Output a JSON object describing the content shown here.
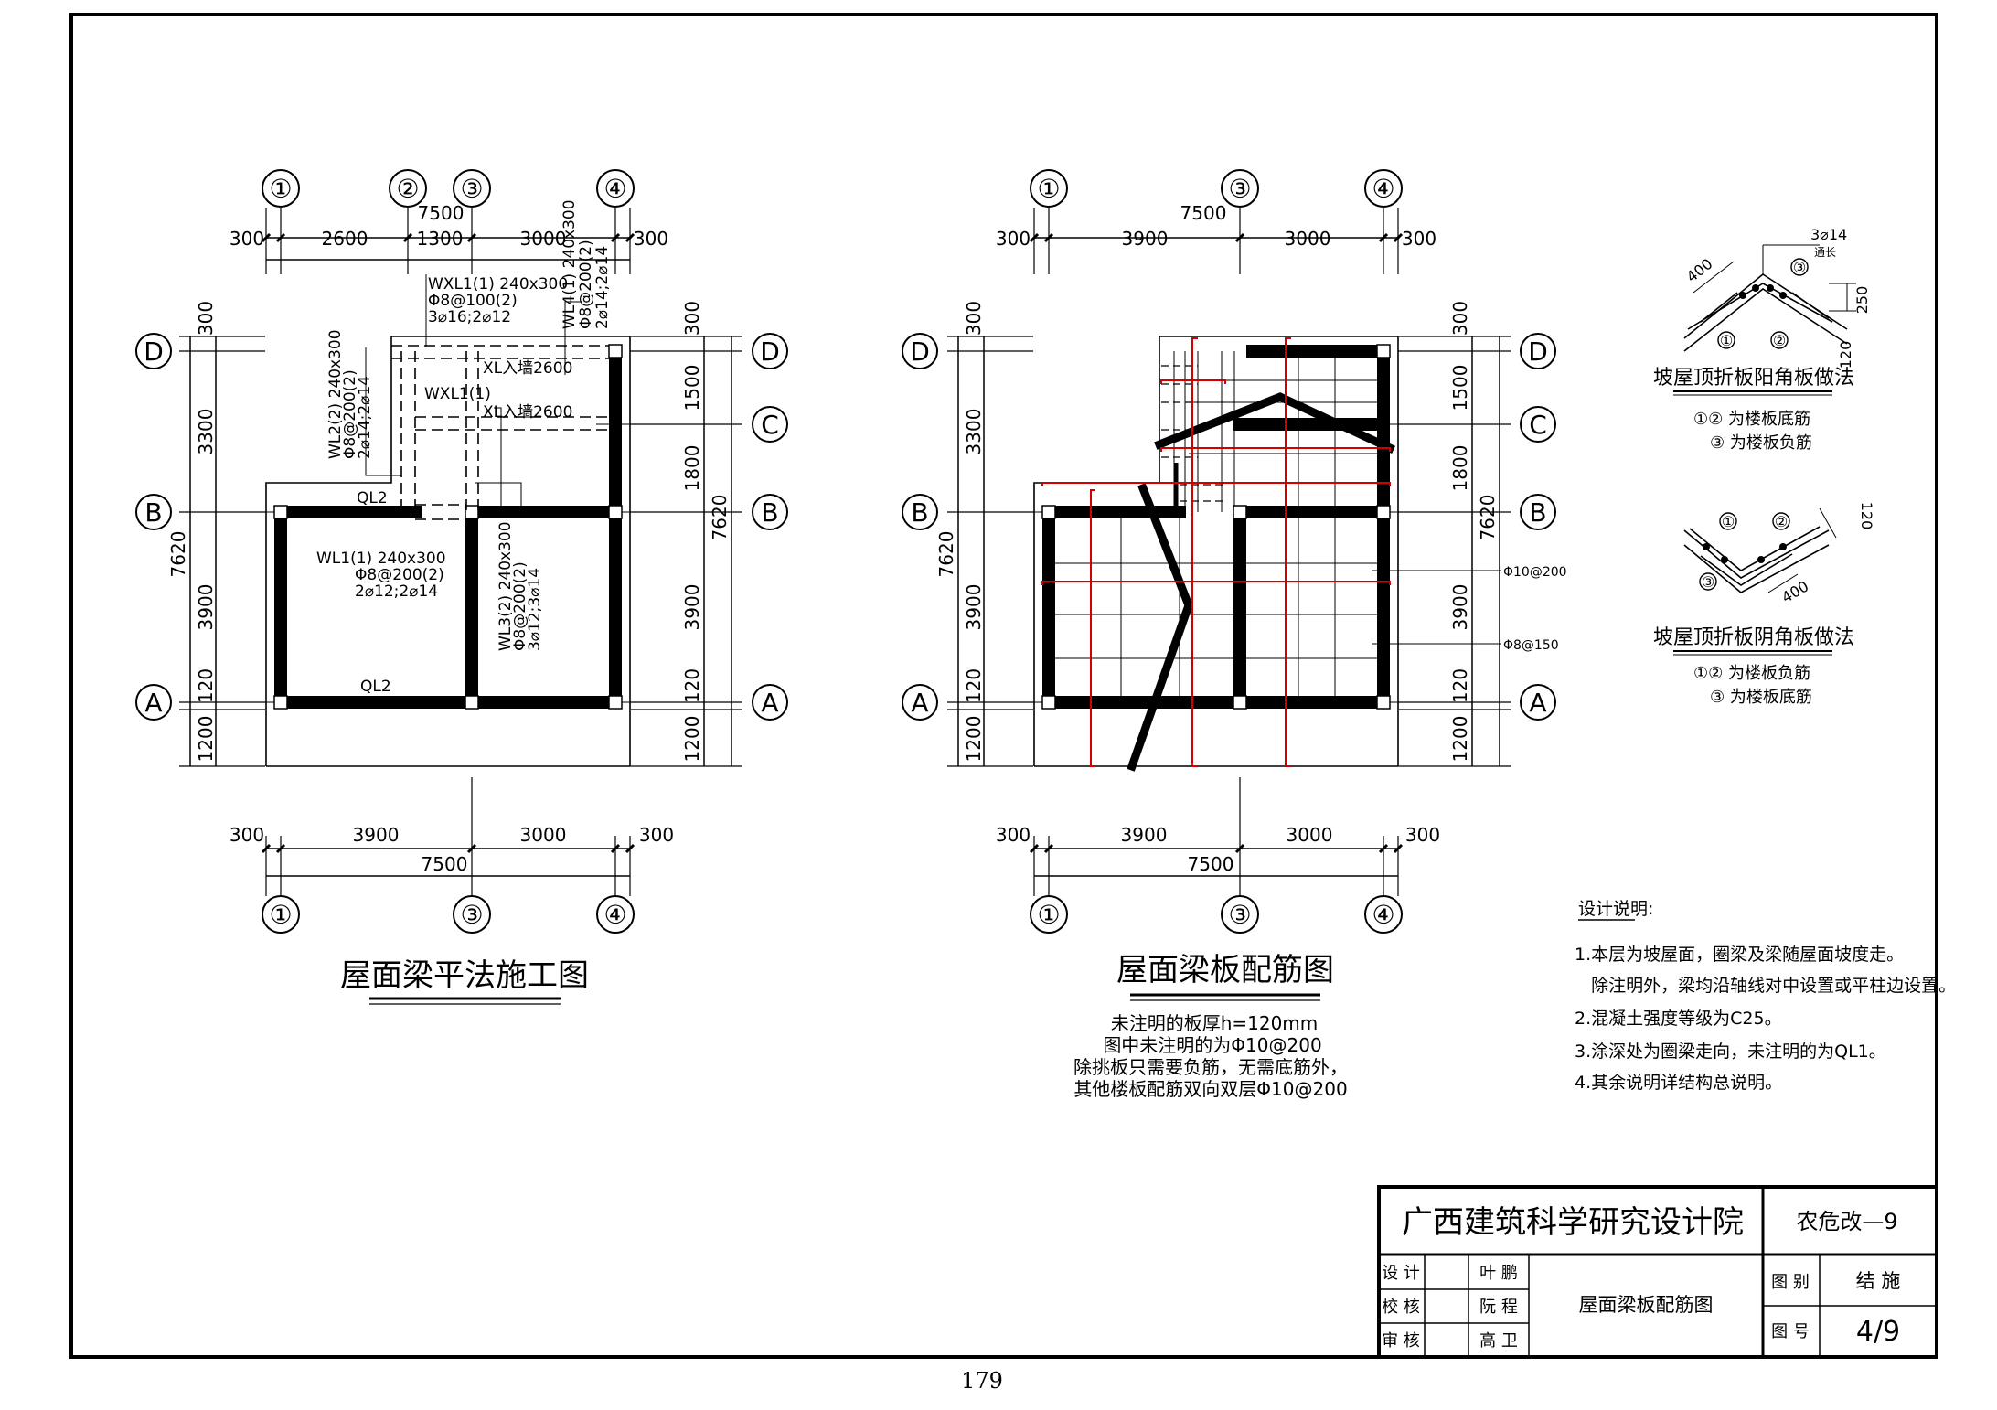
{
  "plan1": {
    "grid_top": [
      "①",
      "②",
      "③",
      "④"
    ],
    "grid_bottom": [
      "①",
      "③",
      "④"
    ],
    "grid_left": [
      "D",
      "B",
      "A"
    ],
    "grid_right": [
      "D",
      "C",
      "B",
      "A"
    ],
    "dims_top": [
      "300",
      "2600",
      "1300",
      "3000",
      "300"
    ],
    "total_top": "7500",
    "dims_bottom": [
      "300",
      "3900",
      "3000",
      "300"
    ],
    "total_bottom": "7500",
    "dims_left": [
      "300",
      "3300",
      "3900",
      "120",
      "1200"
    ],
    "total_left": "7620",
    "dims_right": [
      "300",
      "1500",
      "1800",
      "3900",
      "120",
      "1200"
    ],
    "total_right": "7620",
    "beam_wxl1_top": [
      "WXL1(1) 240x300",
      "Φ8@100(2)",
      "3⌀16;2⌀12"
    ],
    "beam_wl4": [
      "WL4(1) 240x300",
      "Φ8@200(2)",
      "2⌀14;2⌀14"
    ],
    "beam_wl2": [
      "WL2(2) 240x300",
      "Φ8@200(2)",
      "2⌀14;2⌀14"
    ],
    "beam_wxl1_mid": "WXL1(1)",
    "xl_1": "XL入墙2600",
    "xl_2": "XL入墙2600",
    "ql2_top": "QL2",
    "ql2_bottom": "QL2",
    "beam_wl1": [
      "WL1(1) 240x300",
      "Φ8@200(2)",
      "2⌀12;2⌀14"
    ],
    "beam_wl3": [
      "WL3(2) 240x300",
      "Φ8@200(2)",
      "3⌀12;3⌀14"
    ],
    "title": "屋面梁平法施工图"
  },
  "plan2": {
    "grid_top": [
      "①",
      "③",
      "④"
    ],
    "grid_bottom": [
      "①",
      "③",
      "④"
    ],
    "grid_left": [
      "D",
      "B",
      "A"
    ],
    "grid_right": [
      "D",
      "C",
      "B",
      "A"
    ],
    "dims_top": [
      "300",
      "3900",
      "3000",
      "300"
    ],
    "total_top": "7500",
    "dims_bottom": [
      "300",
      "3900",
      "3000",
      "300"
    ],
    "total_bottom": "7500",
    "dims_left": [
      "300",
      "3300",
      "3900",
      "120",
      "1200"
    ],
    "total_left": "7620",
    "dims_right": [
      "300",
      "1500",
      "1800",
      "3900",
      "120",
      "1200"
    ],
    "total_right": "7620",
    "rebar_1": "Φ10@200",
    "rebar_2": "Φ8@150",
    "title": "屋面梁板配筋图",
    "notes": [
      "未注明的板厚h=120mm",
      "图中未注明的为Φ10@200",
      "除挑板只需要负筋，无需底筋外，",
      "其他楼板配筋双向双层Φ10@200"
    ]
  },
  "detail1": {
    "top_label": "3⌀14",
    "top_sub": "通长",
    "dim_400": "400",
    "dim_250": "250",
    "dim_120": "120",
    "m1": "①",
    "m2": "②",
    "m3": "③",
    "title": "坡屋顶折板阳角板做法",
    "legend1": "①② 为楼板底筋",
    "legend2": "③ 为楼板负筋"
  },
  "detail2": {
    "dim_400": "400",
    "dim_120": "120",
    "m1": "①",
    "m2": "②",
    "m3": "③",
    "title": "坡屋顶折板阴角板做法",
    "legend1": "①② 为楼板负筋",
    "legend2": "③ 为楼板底筋"
  },
  "design_notes": {
    "heading": "设计说明:",
    "items": [
      "1.本层为坡屋面，圈梁及梁随屋面坡度走。",
      "   除注明外，梁均沿轴线对中设置或平柱边设置。",
      "2.混凝土强度等级为C25。",
      "3.涂深处为圈梁走向，未注明的为QL1。",
      "4.其余说明详结构总说明。"
    ]
  },
  "title_block": {
    "org": "广西建筑科学研究设计院",
    "project": "农危改—9",
    "roles": [
      "设 计",
      "校 核",
      "审 核"
    ],
    "people": [
      "叶 鹏",
      "阮 程",
      "高 卫"
    ],
    "drawing_name": "屋面梁板配筋图",
    "cat_label": "图 别",
    "cat_value": "结 施",
    "no_label": "图 号",
    "no_value": "4/9"
  },
  "page_number": "179"
}
